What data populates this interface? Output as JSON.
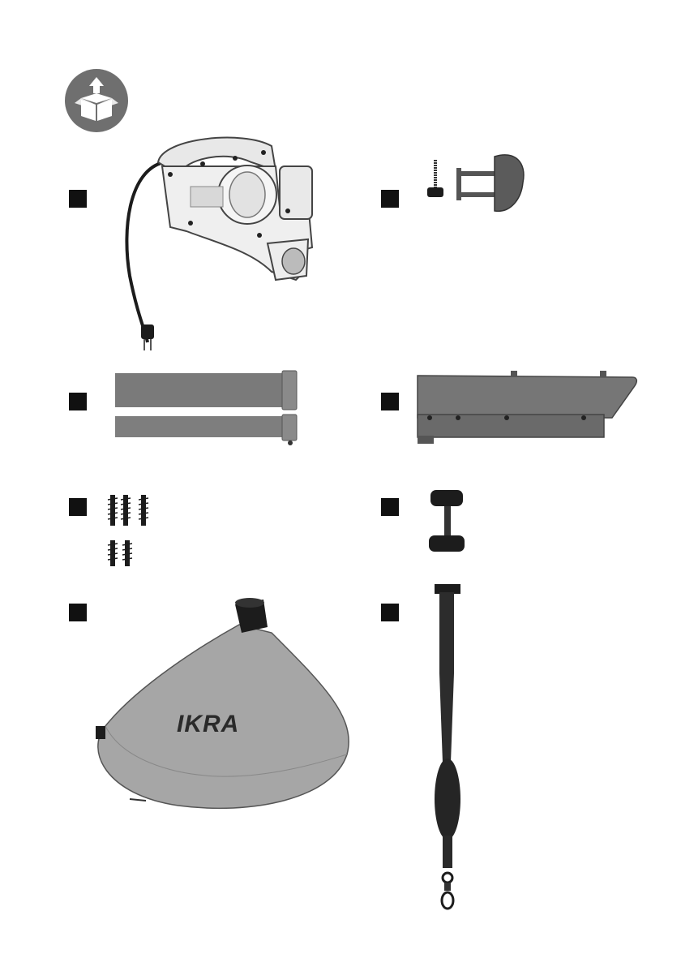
{
  "page": {
    "background": "#ffffff"
  },
  "unpack_icon": {
    "icon": "unpack-box-icon",
    "color": "#6f6f6f"
  },
  "items": [
    {
      "id": 1,
      "part": "blower-motor-unit",
      "icon": "leaf-blower-icon"
    },
    {
      "id": 2,
      "part": "wheel-axle-and-bolt",
      "icon": "axle-bolt-icon"
    },
    {
      "id": 3,
      "part": "blower-tubes",
      "icon": "tube-icon"
    },
    {
      "id": 4,
      "part": "vacuum-tube",
      "icon": "vacuum-tube-icon"
    },
    {
      "id": 5,
      "part": "screws",
      "icon": "screw-icon"
    },
    {
      "id": 6,
      "part": "wheels",
      "icon": "wheel-icon"
    },
    {
      "id": 7,
      "part": "collection-bag",
      "icon": "bag-icon"
    },
    {
      "id": 8,
      "part": "shoulder-strap",
      "icon": "strap-icon"
    }
  ],
  "bag_brand": "IKRA",
  "colors": {
    "marker": "#111111",
    "part_gray": "#7a7a7a",
    "dark": "#2a2a2a"
  }
}
